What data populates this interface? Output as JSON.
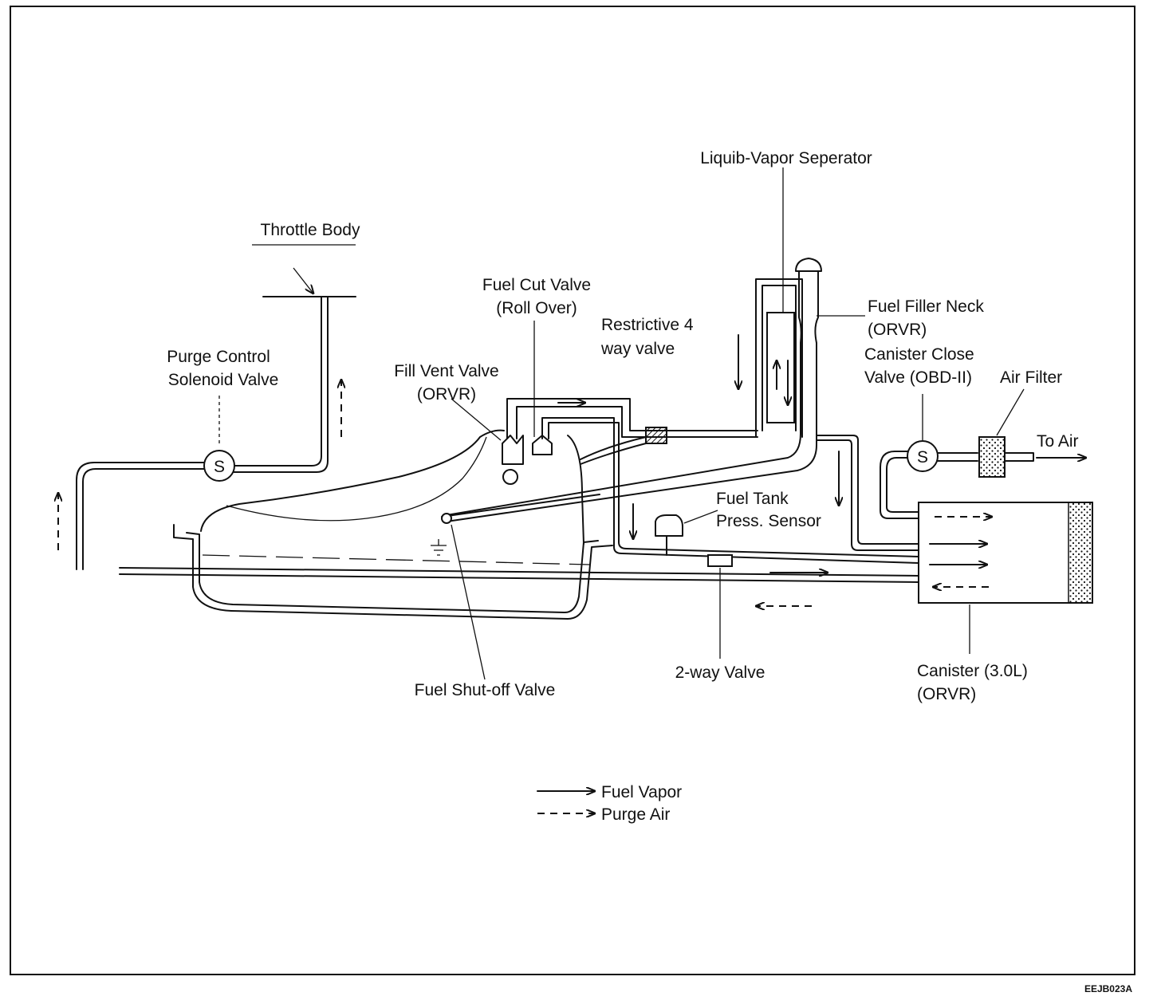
{
  "labels": {
    "liquid_vapor_separator": "Liquib-Vapor Seperator",
    "throttle_body": "Throttle Body",
    "fuel_cut_valve": [
      "Fuel Cut Valve",
      "(Roll Over)"
    ],
    "restrictive_valve": [
      "Restrictive 4",
      "way valve"
    ],
    "fuel_filler_neck": [
      "Fuel Filler Neck",
      "(ORVR)"
    ],
    "canister_close_valve": [
      "Canister Close",
      "Valve (OBD-II)"
    ],
    "air_filter": "Air Filter",
    "purge_solenoid": [
      "Purge Control",
      "Solenoid Valve"
    ],
    "fill_vent_valve": [
      "Fill Vent Valve",
      "(ORVR)"
    ],
    "to_air": "To Air",
    "fuel_tank_sensor": [
      "Fuel Tank",
      "Press. Sensor"
    ],
    "fuel_shutoff_valve": "Fuel Shut-off Valve",
    "two_way_valve": "2-way Valve",
    "canister": [
      "Canister (3.0L)",
      "(ORVR)"
    ],
    "solenoid_symbol": "S"
  },
  "legend": {
    "fuel_vapor": "Fuel Vapor",
    "purge_air": "Purge Air"
  },
  "figure_code": "EEJB023A"
}
